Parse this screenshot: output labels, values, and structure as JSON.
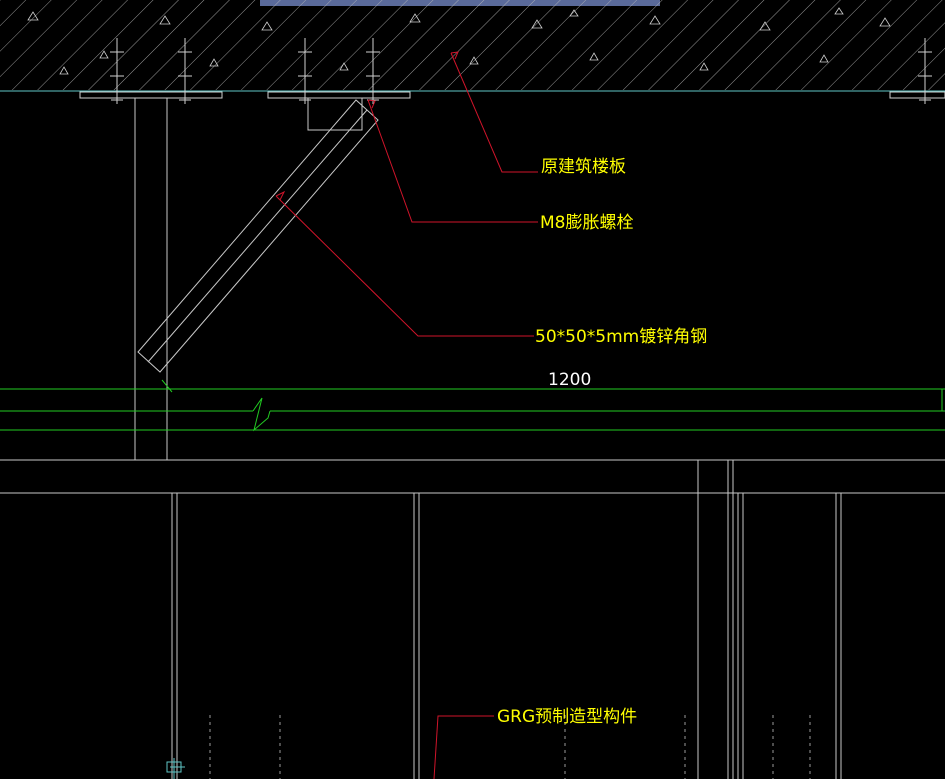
{
  "drawing": {
    "colors": {
      "background": "#000000",
      "outline": "#c8c8c8",
      "leader": "#d0142a",
      "annotation_text": "#ffff00",
      "dimension_line": "#22cc22",
      "dimension_text": "#ffffff",
      "slab_edge": "#5fc6c6",
      "top_bar": "#5a6a9a"
    },
    "annotations": {
      "slab": "原建筑楼板",
      "bolt": "M8膨胀螺栓",
      "angle_steel": "50*50*5mm镀锌角钢",
      "grg": "GRG预制造型构件"
    },
    "dimension": {
      "value": "1200"
    }
  }
}
